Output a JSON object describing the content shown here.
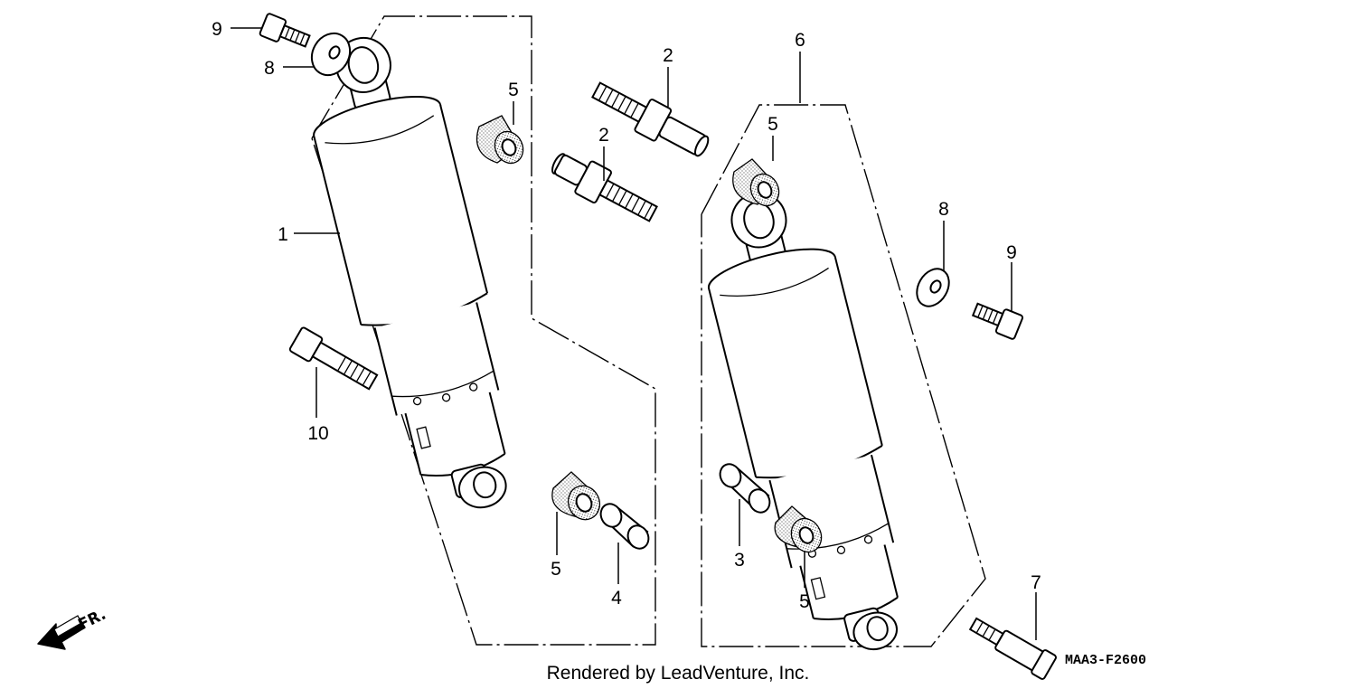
{
  "diagram": {
    "callouts": {
      "c1": "1",
      "c2a": "2",
      "c2b": "2",
      "c3": "3",
      "c4": "4",
      "c5a": "5",
      "c5b": "5",
      "c5c": "5",
      "c5d": "5",
      "c6": "6",
      "c7": "7",
      "c8a": "8",
      "c8b": "8",
      "c9a": "9",
      "c9b": "9",
      "c10": "10"
    },
    "front_marker": "FR.",
    "diagram_code": "MAA3-F2600",
    "credit": "Rendered by LeadVenture, Inc."
  }
}
